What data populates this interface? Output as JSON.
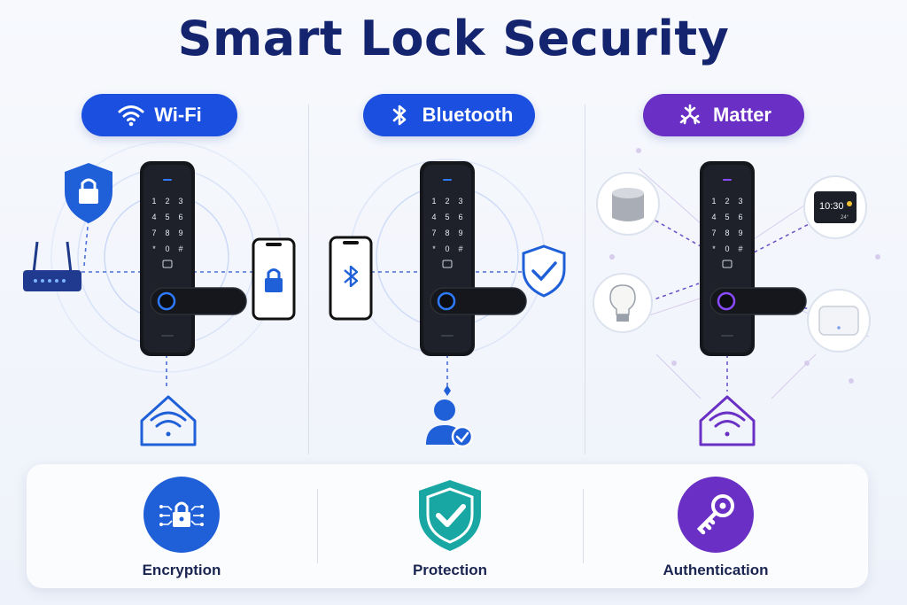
{
  "title": "Smart Lock Security",
  "protocols": [
    {
      "label": "Wi-Fi",
      "color": "#1a4fe0",
      "icon": "wifi-icon"
    },
    {
      "label": "Bluetooth",
      "color": "#1a4fe0",
      "icon": "bluetooth-icon"
    },
    {
      "label": "Matter",
      "color": "#6a2fc4",
      "icon": "matter-icon"
    }
  ],
  "keypad": [
    "1",
    "2",
    "3",
    "4",
    "5",
    "6",
    "7",
    "8",
    "9",
    "*",
    "0",
    "#"
  ],
  "features": [
    {
      "label": "Encryption",
      "icon": "circuit-lock-icon",
      "color": "#1f5fd8"
    },
    {
      "label": "Protection",
      "icon": "shield-check-icon",
      "color": "#1aa5a0"
    },
    {
      "label": "Authentication",
      "icon": "key-icon",
      "color": "#6a2fc4"
    }
  ],
  "clock": {
    "time": "10:30",
    "day": "24°"
  }
}
